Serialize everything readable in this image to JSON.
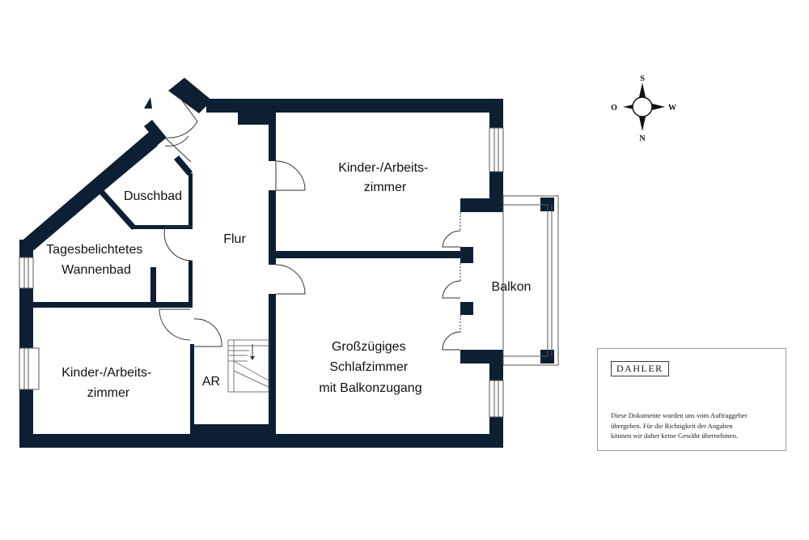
{
  "rooms": {
    "kinder_arbeitszimmer_top": [
      "Kinder-/Arbeits-",
      "zimmer"
    ],
    "duschbad": "Duschbad",
    "flur": "Flur",
    "wannenbad": [
      "Tagesbelichtetes",
      "Wannenbad"
    ],
    "balkon": "Balkon",
    "schlafzimmer": [
      "Großzügiges",
      "Schlafzimmer",
      "mit Balkonzugang"
    ],
    "kinder_arbeitszimmer_bottom": [
      "Kinder-/Arbeits-",
      "zimmer"
    ],
    "abstellraum": "AR"
  },
  "compass": {
    "north": "N",
    "south": "S",
    "east": "O",
    "west": "W"
  },
  "info_box": {
    "brand": "DAHLER",
    "disclaimer": [
      "Diese Dokumente wurden uns vom Auftraggeber",
      "übergeben. Für die Richtigkeit der Angaben",
      "können wir daher keine Gewähr übernehmen."
    ]
  },
  "colors": {
    "wall": "#0d1f33",
    "line": "#555555",
    "text": "#111111"
  }
}
